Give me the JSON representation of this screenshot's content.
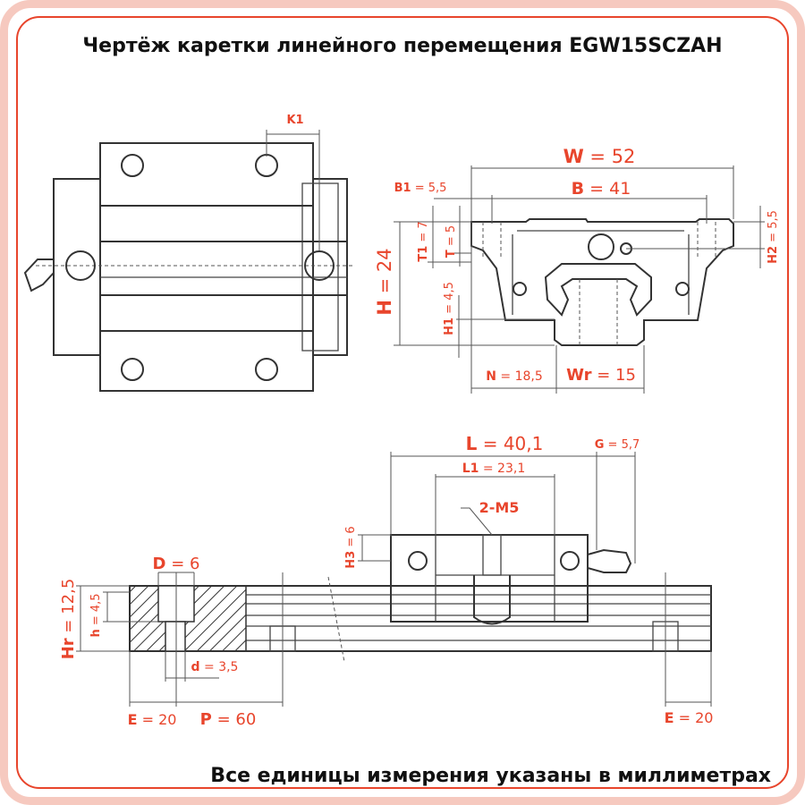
{
  "title": "Чертёж каретки линейного перемещения EGW15SCZAH",
  "footer": "Все единицы измерения указаны в миллиметрах",
  "colors": {
    "accent": "#e8452c",
    "frame": "#f6c9bf",
    "line": "#333333"
  },
  "dims": {
    "K1": {
      "key": "K1",
      "value": ""
    },
    "W": {
      "key": "W",
      "value": " = 52"
    },
    "B1": {
      "key": "B1",
      "value": " = 5,5"
    },
    "B": {
      "key": "B",
      "value": " = 41"
    },
    "T1": {
      "key": "T1",
      "value": " = 7"
    },
    "T": {
      "key": "T",
      "value": " = 5"
    },
    "H": {
      "key": "H",
      "value": " = 24"
    },
    "H1": {
      "key": "H1",
      "value": " = 4,5"
    },
    "H2": {
      "key": "H2",
      "value": " = 5,5"
    },
    "N": {
      "key": "N",
      "value": " = 18,5"
    },
    "Wr": {
      "key": "Wr",
      "value": " = 15"
    },
    "L": {
      "key": "L",
      "value": " = 40,1"
    },
    "L1": {
      "key": "L1",
      "value": " = 23,1"
    },
    "G": {
      "key": "G",
      "value": " = 5,7"
    },
    "M": {
      "key": "2-M5",
      "value": ""
    },
    "H3": {
      "key": "H3",
      "value": " = 6"
    },
    "D": {
      "key": "D",
      "value": " = 6"
    },
    "Hr": {
      "key": "Hr",
      "value": " = 12,5"
    },
    "h": {
      "key": "h",
      "value": " = 4,5"
    },
    "d": {
      "key": "d",
      "value": " = 3,5"
    },
    "E1": {
      "key": "E",
      "value": " = 20"
    },
    "P": {
      "key": "P",
      "value": " = 60"
    },
    "E2": {
      "key": "E",
      "value": " = 20"
    }
  }
}
